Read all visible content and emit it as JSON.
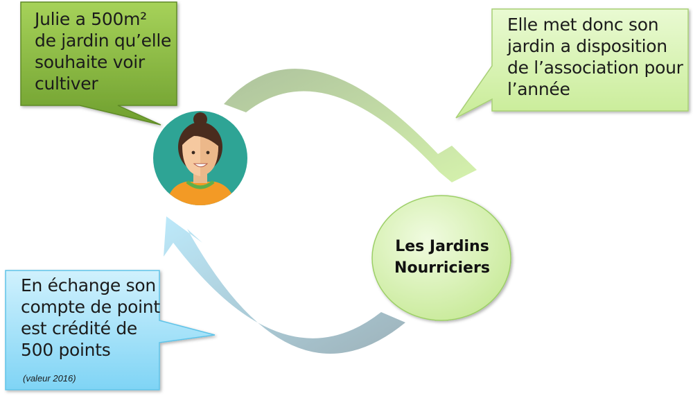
{
  "callouts": {
    "julie": "Julie a 500m² de jardin qu’elle souhaite voir cultiver",
    "mise_disposition": "Elle met donc son jardin a disposition de l’association pour l’année",
    "echange": "En échange son compte de point est crédité de 500 points",
    "valeur_note": "(valeur 2016)"
  },
  "association": {
    "name": "Les Jardins Nourriciers"
  },
  "colors": {
    "callout_green_dark": "#7fae3a",
    "callout_green_light": "#dbf3b8",
    "callout_blue": "#8fdcf7",
    "circle_fill": "#d9f3b0",
    "avatar_bg": "#2ea495",
    "shirt": "#f39a25",
    "arrow_top": "#b3d48c",
    "arrow_bottom": "#9fd5ea"
  },
  "icons": {
    "avatar": "woman-avatar-icon"
  }
}
